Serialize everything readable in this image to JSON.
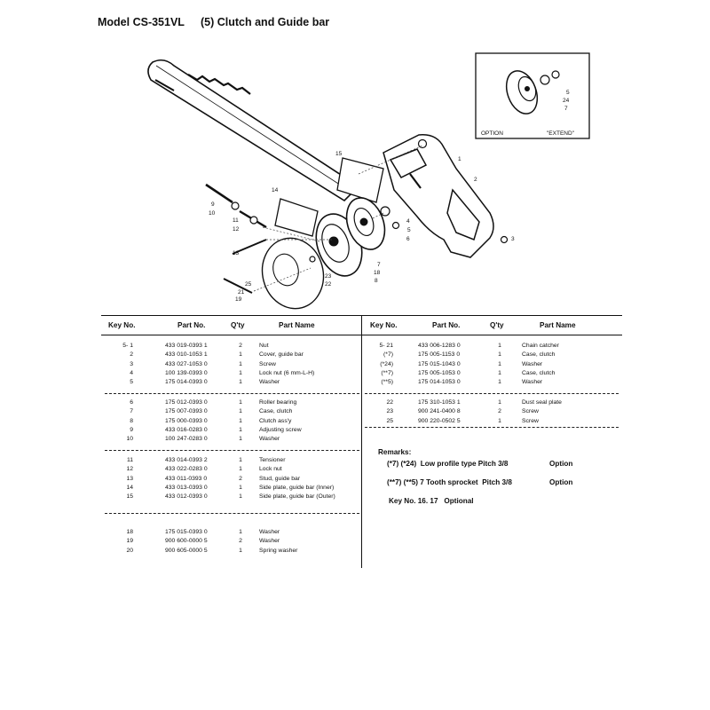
{
  "header": {
    "model": "Model  CS-351VL",
    "section": "(5)   Clutch and Guide bar"
  },
  "diagram": {
    "inset_labels": {
      "option": "OPTION",
      "extend": "\"EXTEND\""
    },
    "callouts": [
      "1",
      "2",
      "3",
      "4",
      "5",
      "6",
      "7",
      "8",
      "9",
      "10",
      "11",
      "12",
      "13",
      "14",
      "15",
      "18",
      "19",
      "21",
      "22",
      "23",
      "25"
    ],
    "inset_callouts": [
      "5",
      "24",
      "7"
    ]
  },
  "table": {
    "headers": [
      "Key No.",
      "Part No.",
      "Q'ty",
      "Part Name"
    ],
    "left_groups": [
      [
        {
          "key": "5- 1",
          "part": "433 019-0393 1",
          "qty": "2",
          "name": "Nut"
        },
        {
          "key": "2",
          "part": "433 010-1053 1",
          "qty": "1",
          "name": "Cover, guide bar"
        },
        {
          "key": "3",
          "part": "433 027-1053 0",
          "qty": "1",
          "name": "Screw"
        },
        {
          "key": "4",
          "part": "100 139-0393 0",
          "qty": "1",
          "name": "Lock nut (6 mm-L-H)"
        },
        {
          "key": "5",
          "part": "175 014-0393 0",
          "qty": "1",
          "name": "Washer"
        }
      ],
      [
        {
          "key": "6",
          "part": "175 012-0393 0",
          "qty": "1",
          "name": "Roller bearing"
        },
        {
          "key": "7",
          "part": "175 007-0393 0",
          "qty": "1",
          "name": "Case, clutch"
        },
        {
          "key": "8",
          "part": "175 000-0393 0",
          "qty": "1",
          "name": "Clutch ass'y"
        },
        {
          "key": "9",
          "part": "433 016-0283 0",
          "qty": "1",
          "name": "Adjusting screw"
        },
        {
          "key": "10",
          "part": "100 247-0283 0",
          "qty": "1",
          "name": "Washer"
        }
      ],
      [
        {
          "key": "11",
          "part": "433 014-0393 2",
          "qty": "1",
          "name": "Tensioner"
        },
        {
          "key": "12",
          "part": "433 022-0283 0",
          "qty": "1",
          "name": "Lock nut"
        },
        {
          "key": "13",
          "part": "433 011-0393 0",
          "qty": "2",
          "name": "Stud, guide bar"
        },
        {
          "key": "14",
          "part": "433 013-0393 0",
          "qty": "1",
          "name": "Side plate, guide bar (Inner)"
        },
        {
          "key": "15",
          "part": "433 012-0393 0",
          "qty": "1",
          "name": "Side plate, guide bar (Outer)"
        }
      ],
      [
        {
          "key": "18",
          "part": "175 015-0393 0",
          "qty": "1",
          "name": "Washer"
        },
        {
          "key": "19",
          "part": "900 600-0000 5",
          "qty": "2",
          "name": "Washer"
        },
        {
          "key": "20",
          "part": "900 605-0000 5",
          "qty": "1",
          "name": "Spring washer"
        }
      ]
    ],
    "right_groups": [
      [
        {
          "key": "5- 21",
          "part": "433 006-1283 0",
          "qty": "1",
          "name": "Chain catcher"
        },
        {
          "key": "(*7)",
          "part": "175 005-1153 0",
          "qty": "1",
          "name": "Case, clutch"
        },
        {
          "key": "(*24)",
          "part": "175 015-1043 0",
          "qty": "1",
          "name": "Washer"
        },
        {
          "key": "(**7)",
          "part": "175 005-1053 0",
          "qty": "1",
          "name": "Case, clutch"
        },
        {
          "key": "(**5)",
          "part": "175 014-1053 0",
          "qty": "1",
          "name": "Washer"
        }
      ],
      [
        {
          "key": "22",
          "part": "175 310-1053 1",
          "qty": "1",
          "name": "Dust seal plate"
        },
        {
          "key": "23",
          "part": "900 241-0400 8",
          "qty": "2",
          "name": "Screw"
        },
        {
          "key": "25",
          "part": "900 220-0502 5",
          "qty": "1",
          "name": "Screw"
        }
      ]
    ],
    "remarks": {
      "title": "Remarks:",
      "line1": "(*7) (*24)  Low profile type Pitch 3/8",
      "line1_opt": "Option",
      "line2": "(**7) (**5) 7 Tooth sprocket  Pitch 3/8",
      "line2_opt": "Option",
      "line3": "Key No. 16. 17   Optional"
    }
  }
}
